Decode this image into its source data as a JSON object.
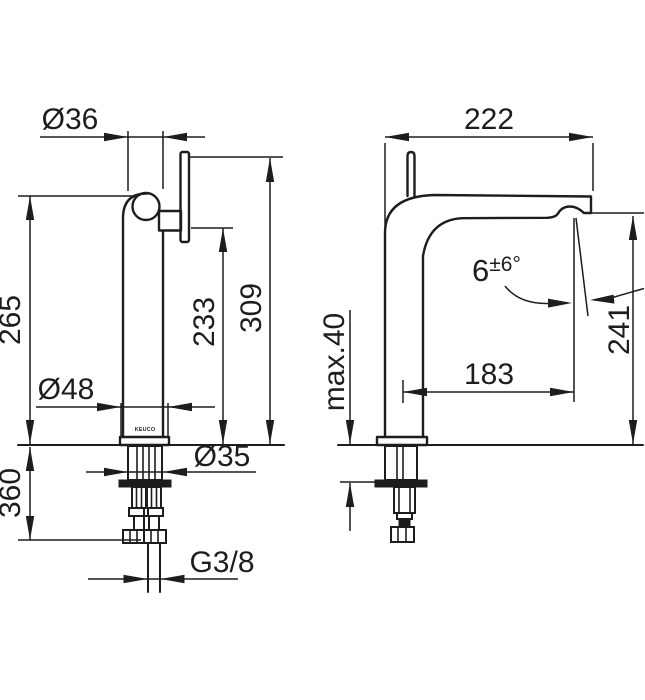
{
  "colors": {
    "background": "#ffffff",
    "ink": "#1d1d1b"
  },
  "front_view": {
    "brand_mark": "KEUCO",
    "dim_head_diameter": "Ø36",
    "dim_height_to_spout": "265",
    "dim_height_to_handle": "233",
    "dim_total_height": "309",
    "dim_base_diameter": "Ø48",
    "dim_below_counter": "360",
    "dim_shank_diameter": "Ø35",
    "dim_connection_thread": "G3/8"
  },
  "side_view": {
    "dim_spout_reach": "222",
    "dim_angle_value": "6",
    "dim_angle_tolerance": "±6°",
    "dim_max_counter_thickness": "max.40",
    "dim_outlet_reach": "183",
    "dim_outlet_height": "241"
  }
}
